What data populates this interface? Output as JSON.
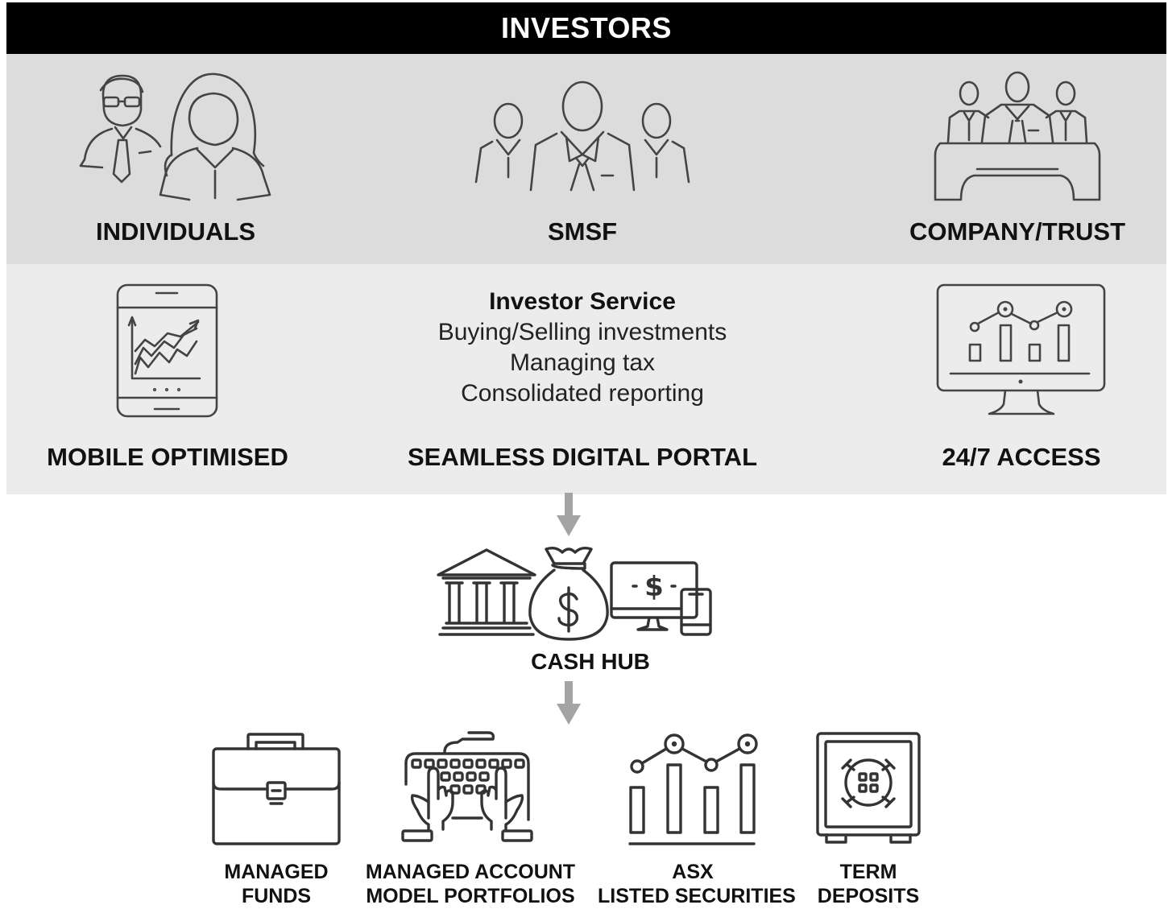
{
  "header": {
    "title": "INVESTORS"
  },
  "investor_types": [
    {
      "label": "INDIVIDUALS",
      "icon": "individuals-icon"
    },
    {
      "label": "SMSF",
      "icon": "smsf-group-icon"
    },
    {
      "label": "COMPANY/TRUST",
      "icon": "company-trust-icon"
    }
  ],
  "portal": {
    "left_label": "MOBILE OPTIMISED",
    "left_icon": "tablet-chart-icon",
    "center_title": "Investor Service",
    "center_lines": [
      "Buying/Selling investments",
      "Managing tax",
      "Consolidated reporting"
    ],
    "center_label": "SEAMLESS DIGITAL PORTAL",
    "right_label": "24/7 ACCESS",
    "right_icon": "monitor-chart-icon"
  },
  "cash_hub": {
    "label": "CASH HUB",
    "icons": [
      "bank-icon",
      "money-bag-icon",
      "devices-dollar-icon"
    ]
  },
  "products": [
    {
      "line1": "MANAGED",
      "line2": "FUNDS",
      "icon": "briefcase-icon"
    },
    {
      "line1": "MANAGED ACCOUNT",
      "line2": "MODEL PORTFOLIOS",
      "icon": "keyboard-hands-icon"
    },
    {
      "line1": "ASX",
      "line2": "LISTED SECURITIES",
      "icon": "bar-line-chart-icon"
    },
    {
      "line1": "TERM",
      "line2": "DEPOSITS",
      "icon": "safe-icon"
    }
  ],
  "colors": {
    "header_bg": "#000000",
    "band_top": "#dcdcdc",
    "band_middle": "#ececec",
    "arrow": "#a4a4a4",
    "icon_stroke": "#444444"
  }
}
